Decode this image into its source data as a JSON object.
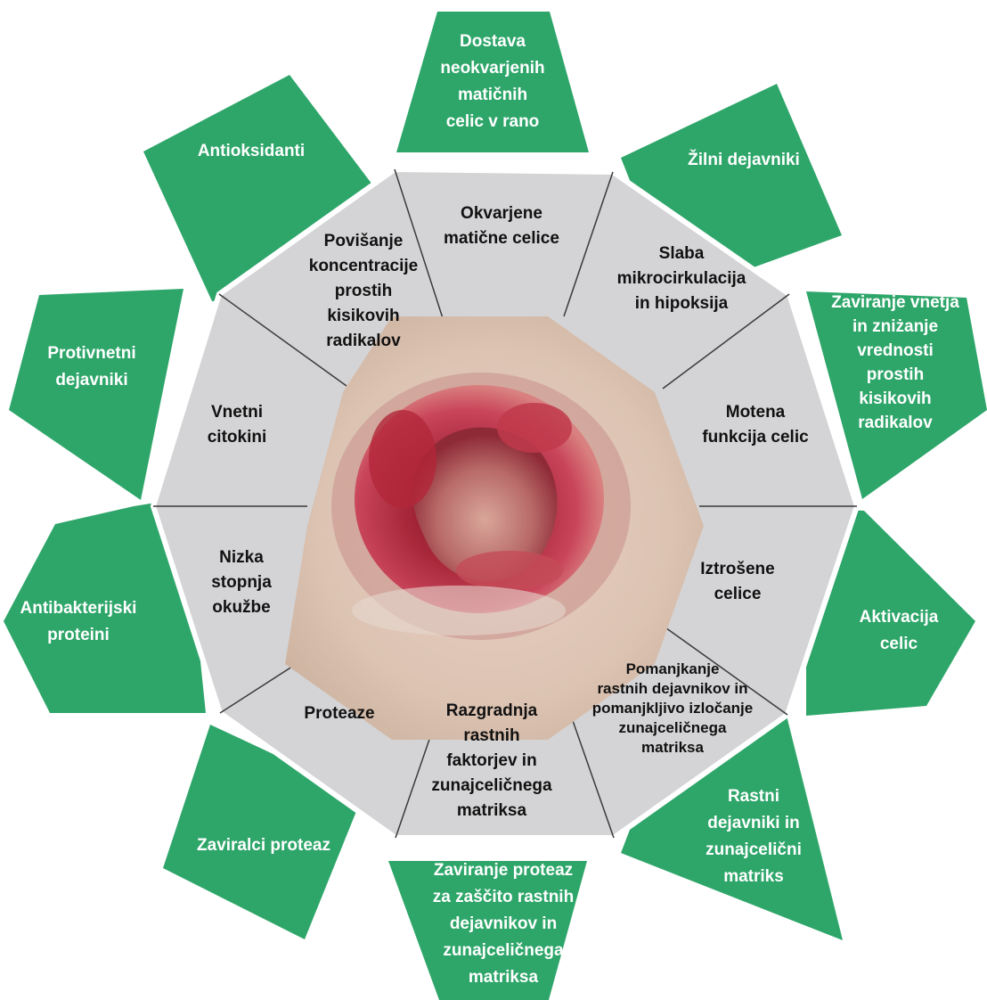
{
  "colors": {
    "outer_petal": "#2ea66a",
    "inner_segment": "#d4d4d6",
    "segment_divider": "#3a3a3a",
    "center_wound": "#b02a3c"
  },
  "center_image": {
    "icon": "wound-photo"
  },
  "inner_segments": [
    {
      "key": "okvarjene",
      "lines": [
        "Okvarjene",
        "matične celice"
      ]
    },
    {
      "key": "slaba",
      "lines": [
        "Slaba",
        "mikrocirkulacija",
        "in hipoksija"
      ]
    },
    {
      "key": "motena",
      "lines": [
        "Motena",
        "funkcija celic"
      ]
    },
    {
      "key": "iztrosene",
      "lines": [
        "Iztrošene",
        "celice"
      ]
    },
    {
      "key": "pomanjkanje",
      "lines": [
        "Pomanjkanje",
        "rastnih dejavnikov in",
        "pomanjkljivo izločanje",
        "zunajceličnega",
        "matriksa"
      ]
    },
    {
      "key": "razgradnja",
      "lines": [
        "Razgradnja",
        "rastnih",
        "faktorjev in",
        "zunajceličnega",
        "matriksa"
      ]
    },
    {
      "key": "proteaze",
      "lines": [
        "Proteaze"
      ]
    },
    {
      "key": "nizka",
      "lines": [
        "Nizka",
        "stopnja",
        "okužbe"
      ]
    },
    {
      "key": "vnetni",
      "lines": [
        "Vnetni",
        "citokini"
      ]
    },
    {
      "key": "povisanje",
      "lines": [
        "Povišanje",
        "koncentracije",
        "prostih",
        "kisikovih",
        "radikalov"
      ]
    }
  ],
  "outer_petals": [
    {
      "key": "dostava",
      "lines": [
        "Dostava",
        "neokvarjenih",
        "matičnih",
        "celic v rano"
      ]
    },
    {
      "key": "zilni",
      "lines": [
        "Žilni dejavniki"
      ]
    },
    {
      "key": "zaviranje-vnetja",
      "lines": [
        "Zaviranje vnetja",
        "in zniżanje",
        "vrednosti",
        "prostih",
        "kisikovih",
        "radikalov"
      ]
    },
    {
      "key": "aktivacija",
      "lines": [
        "Aktivacija",
        "celic"
      ]
    },
    {
      "key": "rastni",
      "lines": [
        "Rastni",
        "dejavniki in",
        "zunajcelični",
        "matriks"
      ]
    },
    {
      "key": "zaviranje-proteaz",
      "lines": [
        "Zaviranje proteaz",
        "za zaščito rastnih",
        "dejavnikov in",
        "zunajceličnega",
        "matriksa"
      ]
    },
    {
      "key": "zaviralci",
      "lines": [
        "Zaviralci proteaz"
      ]
    },
    {
      "key": "antibakterijski",
      "lines": [
        "Antibakterijski",
        "proteini"
      ]
    },
    {
      "key": "protivnetni",
      "lines": [
        "Protivnetni",
        "dejavniki"
      ]
    },
    {
      "key": "antioksidanti",
      "lines": [
        "Antioksidanti"
      ]
    }
  ]
}
